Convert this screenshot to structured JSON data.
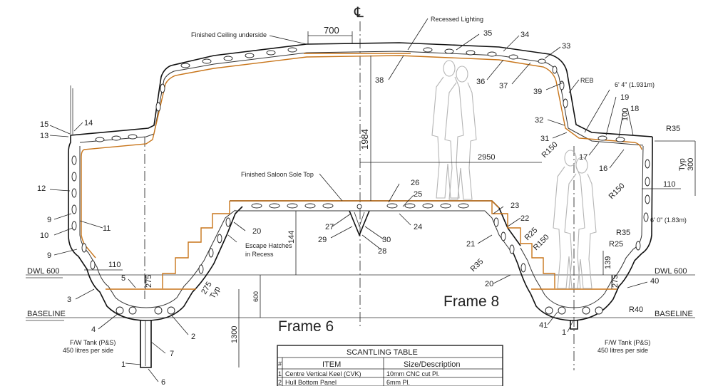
{
  "centerline_symbol": "℄",
  "dimensions": {
    "d700": "700",
    "d1984": "1984",
    "d2950": "2950",
    "d144": "144",
    "d110_left": "110",
    "d110_right": "110",
    "d275_left": "275",
    "d275_typ": "275",
    "typ_left": "Typ",
    "d275_right": "275",
    "d600": "600",
    "d1300": "1300",
    "d100": "100",
    "typ_right": "Typ",
    "d300": "300",
    "d139": "139",
    "r35_top": "R35",
    "r35_mid": "R35",
    "r35_bot": "R35",
    "r25_mid": "R25",
    "r25_bot": "R25",
    "r150_top": "R150",
    "r150_mid": "R150",
    "r150_bot": "R150",
    "r40": "R40",
    "height_631": "6' 4\" (1.931m)",
    "height_60": "6' 0\" (1.83m)",
    "reb": "REB"
  },
  "labels": {
    "finished_ceiling": "Finished Ceiling underside",
    "recessed_lighting": "Recessed Lighting",
    "finished_sole": "Finished Saloon Sole Top",
    "escape_hatches_1": "Escape Hatches",
    "escape_hatches_2": "in Recess",
    "dwl_left": "DWL 600",
    "dwl_right": "DWL 600",
    "baseline_left": "BASELINE",
    "baseline_right": "BASELINE",
    "tank_left_1": "F/W Tank (P&S)",
    "tank_left_2": "450 litres per side",
    "tank_right_1": "F/W Tank (P&S)",
    "tank_right_2": "450 litres per side",
    "frame6": "Frame 6",
    "frame8": "Frame 8"
  },
  "callouts": {
    "c1a": "1",
    "c1b": "1",
    "c2": "2",
    "c3": "3",
    "c4": "4",
    "c5": "5",
    "c6": "6",
    "c7": "7",
    "c9a": "9",
    "c9b": "9",
    "c10": "10",
    "c11": "11",
    "c12": "12",
    "c13": "13",
    "c14": "14",
    "c15": "15",
    "c16": "16",
    "c17": "17",
    "c18": "18",
    "c19": "19",
    "c20a": "20",
    "c20b": "20",
    "c21": "21",
    "c22": "22",
    "c23": "23",
    "c24": "24",
    "c25": "25",
    "c26": "26",
    "c27": "27",
    "c28": "28",
    "c29": "29",
    "c30": "30",
    "c31": "31",
    "c32": "32",
    "c33": "33",
    "c34": "34",
    "c35": "35",
    "c36": "36",
    "c37": "37",
    "c38": "38",
    "c39": "39",
    "c40": "40",
    "c41": "41"
  },
  "scantling_table": {
    "title": "SCANTLING TABLE",
    "headers": [
      "#",
      "ITEM",
      "Size/Description"
    ],
    "rows": [
      [
        "1",
        "Centre Vertical Keel (CVK)",
        "10mm CNC cut Pl."
      ],
      [
        "2",
        "Hull Bottom Panel",
        "6mm Pl."
      ]
    ]
  }
}
